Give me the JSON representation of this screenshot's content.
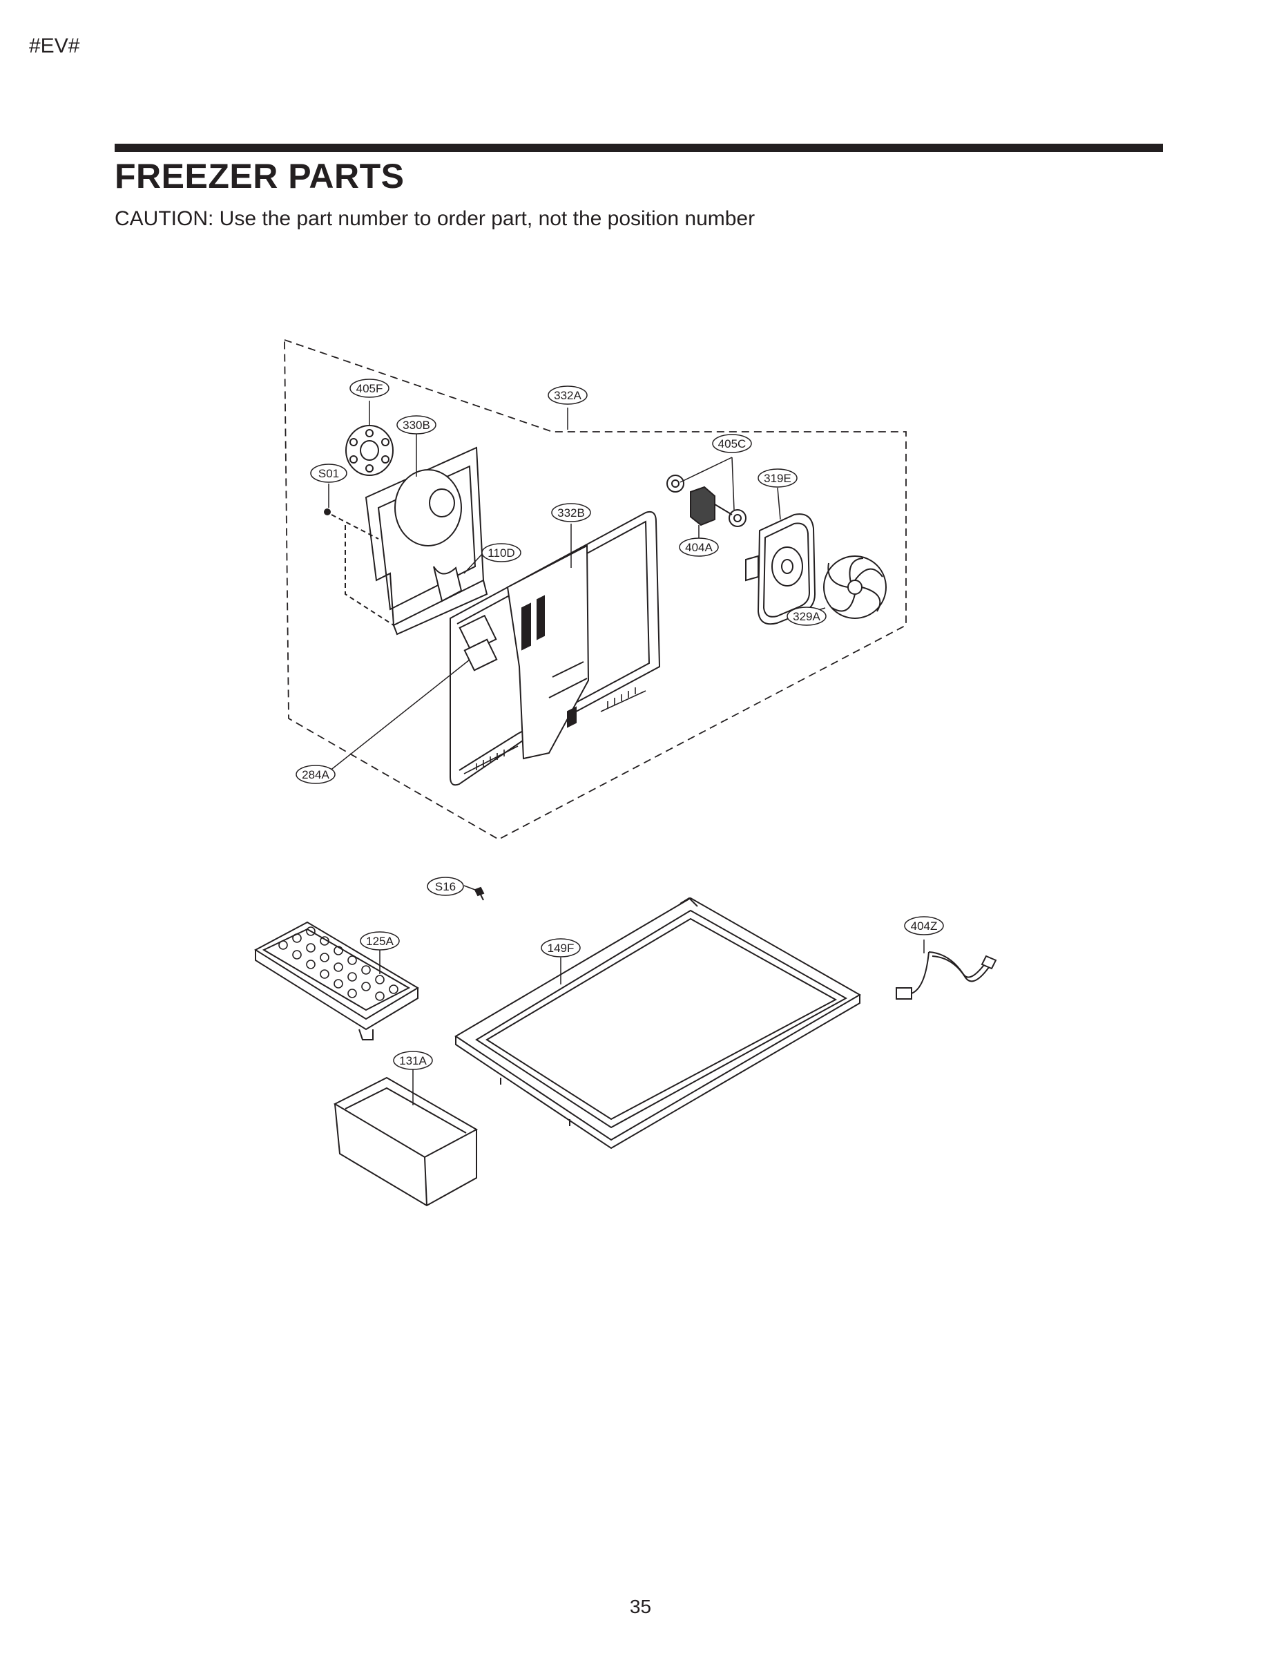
{
  "header": {
    "doc_code": "#EV#",
    "title": "FREEZER PARTS",
    "caution": "CAUTION: Use the part number to order part, not the position number"
  },
  "diagram": {
    "callouts": [
      {
        "id": "405F",
        "label": "405F"
      },
      {
        "id": "332A",
        "label": "332A"
      },
      {
        "id": "330B",
        "label": "330B"
      },
      {
        "id": "S01",
        "label": "S01"
      },
      {
        "id": "405C",
        "label": "405C"
      },
      {
        "id": "319E",
        "label": "319E"
      },
      {
        "id": "332B",
        "label": "332B"
      },
      {
        "id": "404A",
        "label": "404A"
      },
      {
        "id": "110D",
        "label": "110D"
      },
      {
        "id": "329A",
        "label": "329A"
      },
      {
        "id": "284A",
        "label": "284A"
      },
      {
        "id": "S16",
        "label": "S16"
      },
      {
        "id": "404Z",
        "label": "404Z"
      },
      {
        "id": "125A",
        "label": "125A"
      },
      {
        "id": "149F",
        "label": "149F"
      },
      {
        "id": "131A",
        "label": "131A"
      }
    ]
  },
  "footer": {
    "page_number": "35"
  }
}
